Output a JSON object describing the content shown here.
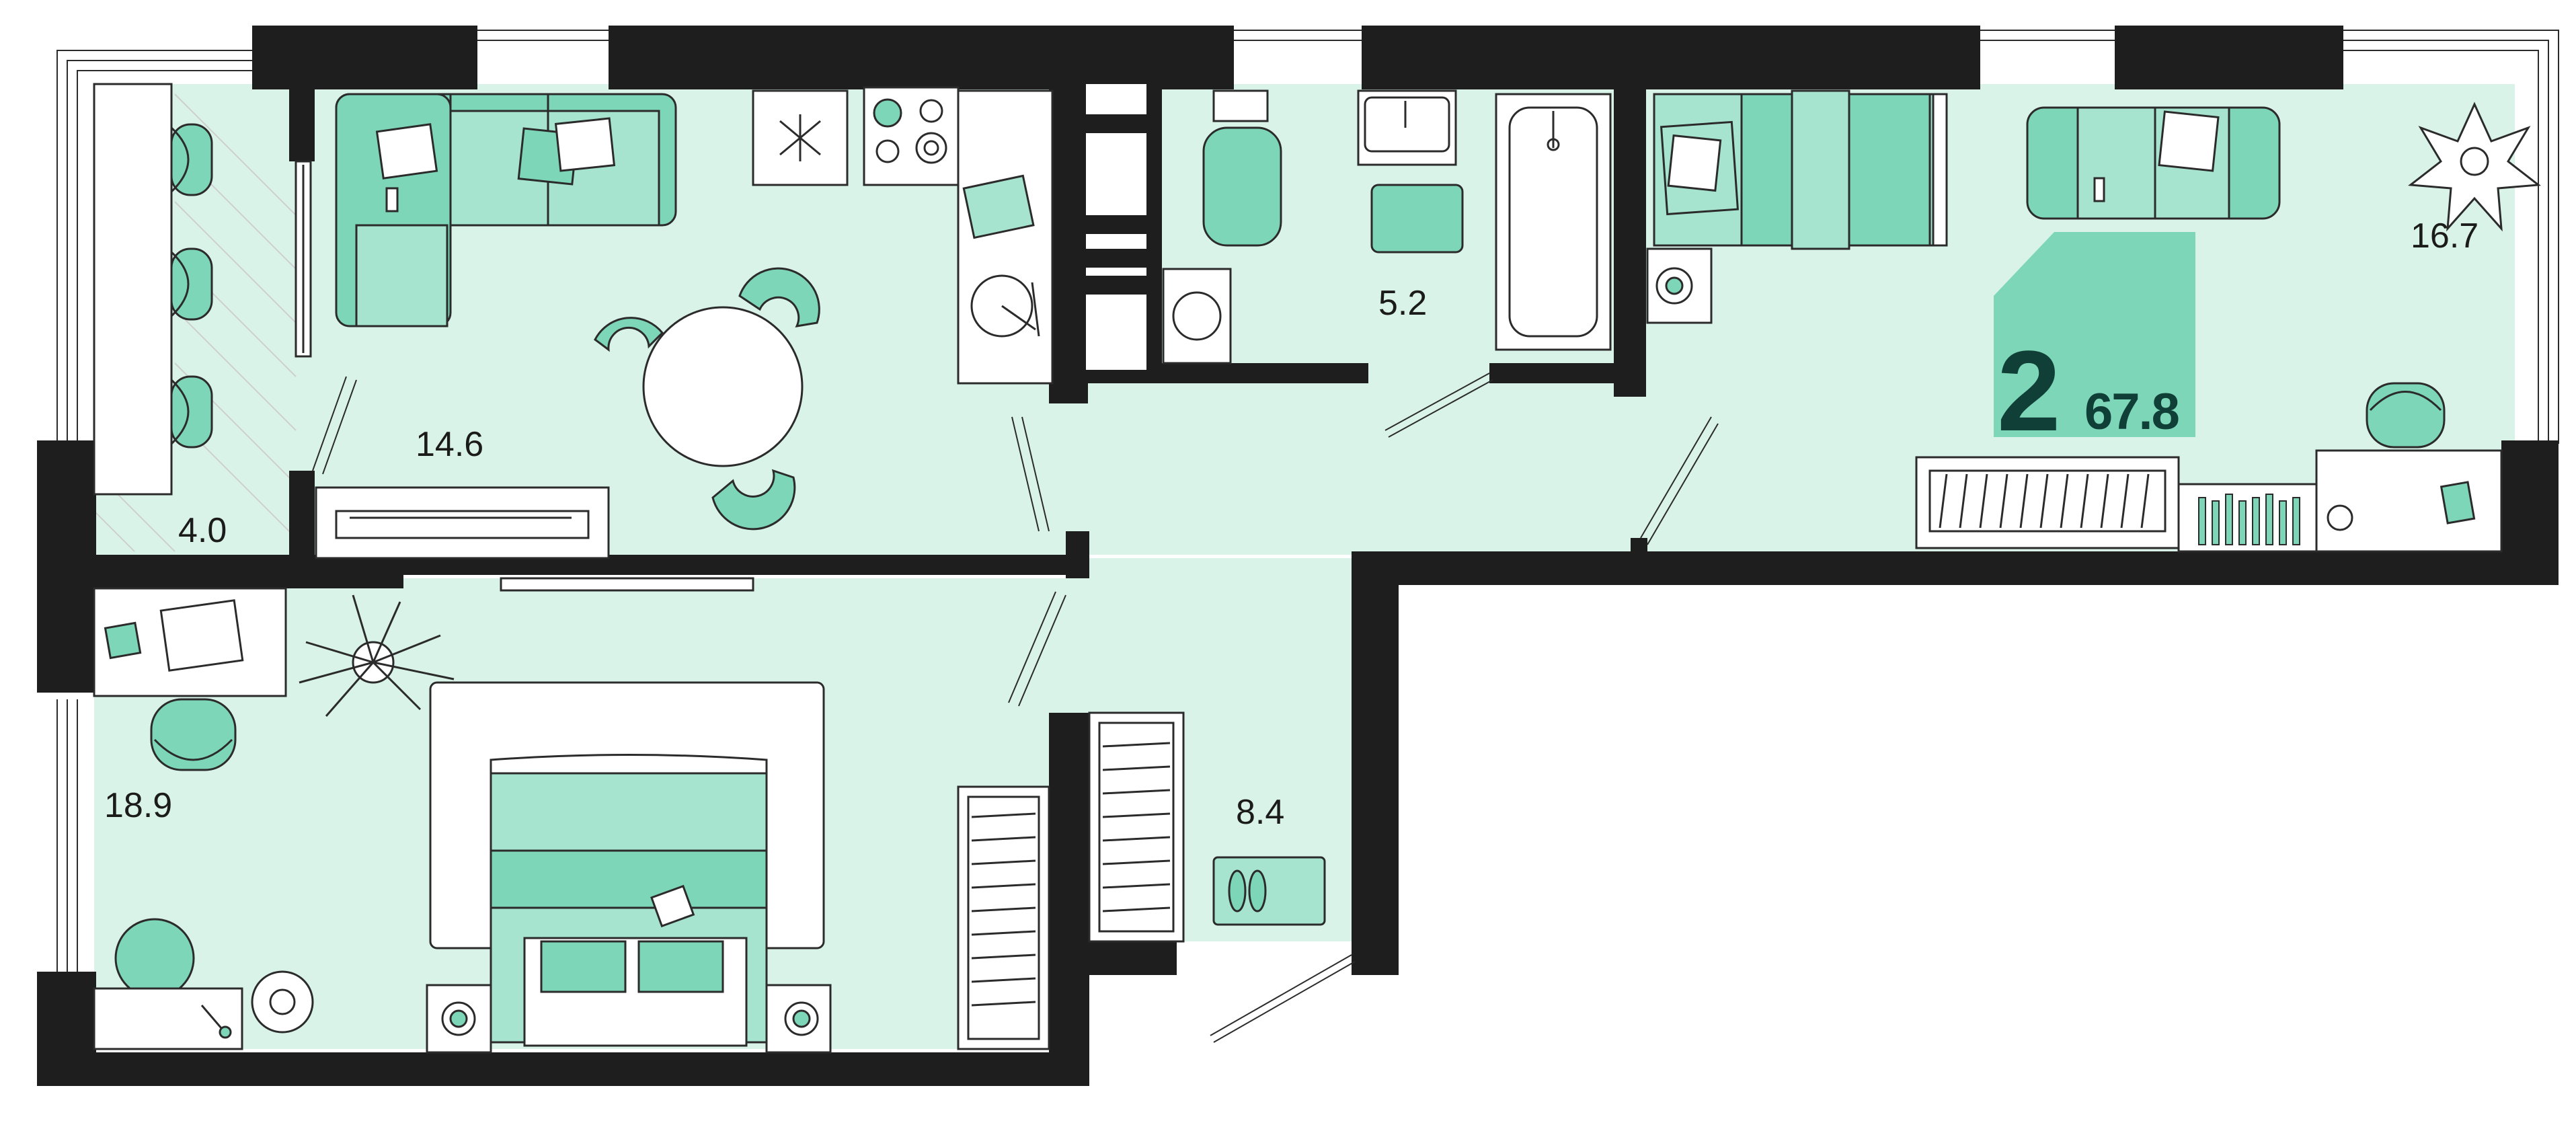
{
  "apartment": {
    "rooms": "2",
    "total_area": "67.8"
  },
  "rooms": {
    "balcony": "4.0",
    "kitchen_living": "14.6",
    "bathroom": "5.2",
    "bedroom_right": "16.7",
    "bedroom_left": "18.9",
    "hallway": "8.4"
  },
  "colors": {
    "floor": "#d9f3e9",
    "accent": "#7dd6b8",
    "accent_light": "#a6e4cf",
    "badge": "#7dd6b8",
    "wall": "#1e1e1e"
  },
  "icons": [
    "sofa-icon",
    "dining-table-icon",
    "stove-icon",
    "sink-icon",
    "toilet-icon",
    "bathtub-icon",
    "washing-machine-icon",
    "bed-icon",
    "wardrobe-icon",
    "desk-icon",
    "plant-icon",
    "slippers-icon",
    "armchair-icon"
  ]
}
